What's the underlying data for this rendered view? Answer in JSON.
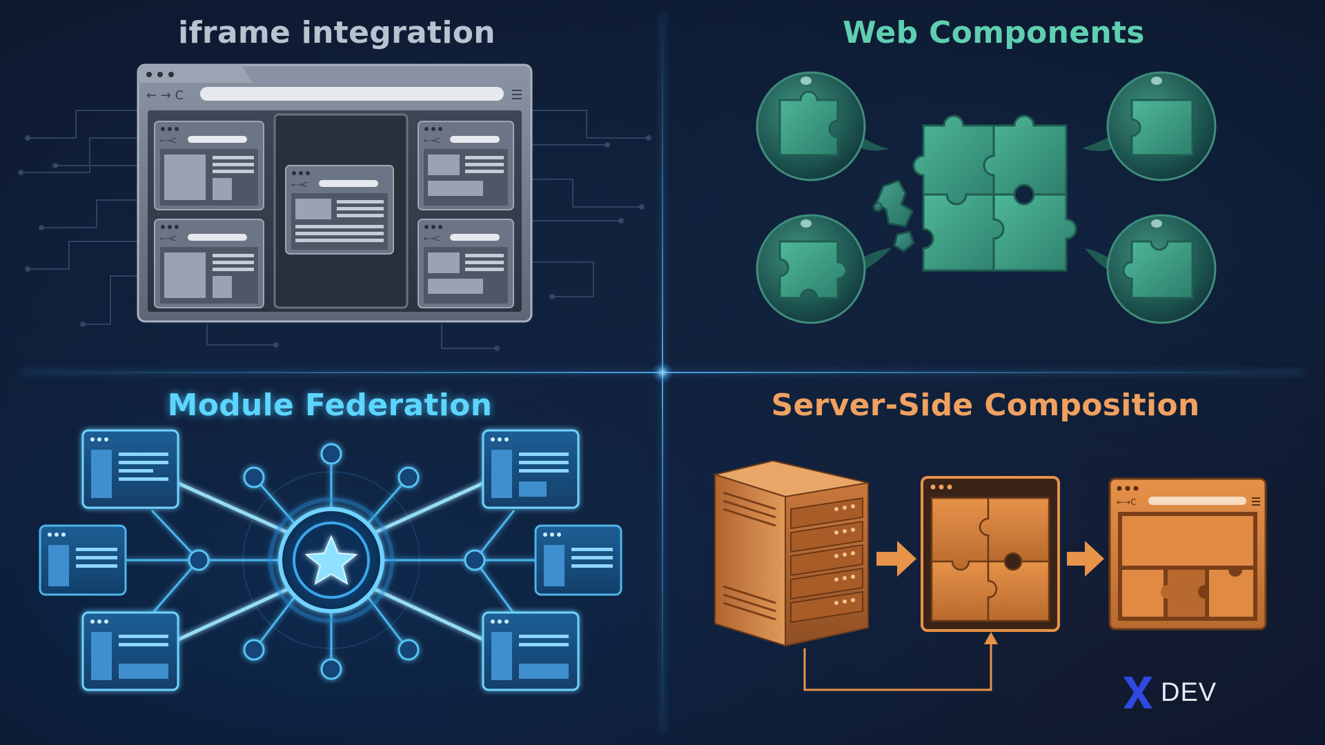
{
  "quadrants": {
    "iframe": {
      "title": "iframe integration",
      "color": "#b9c2cf"
    },
    "web_components": {
      "title": "Web Components",
      "color": "#5fcfb0"
    },
    "module_federation": {
      "title": "Module Federation",
      "color": "#5cd6ff"
    },
    "server_side": {
      "title": "Server-Side Composition",
      "color": "#f0a160"
    }
  },
  "logo": {
    "mark": "X",
    "text": "DEV",
    "mark_color": "#2f49e0"
  },
  "icons": {
    "iframe": [
      "browser-window-icon",
      "nested-iframe-window-icon",
      "circuit-trace-icon"
    ],
    "web_components": [
      "puzzle-piece-icon",
      "speech-bubble-icon"
    ],
    "module_federation": [
      "hub-star-icon",
      "remote-module-window-icon",
      "network-node-icon"
    ],
    "server_side": [
      "server-rack-icon",
      "assembled-puzzle-icon",
      "composed-page-icon",
      "arrow-right-icon"
    ]
  }
}
